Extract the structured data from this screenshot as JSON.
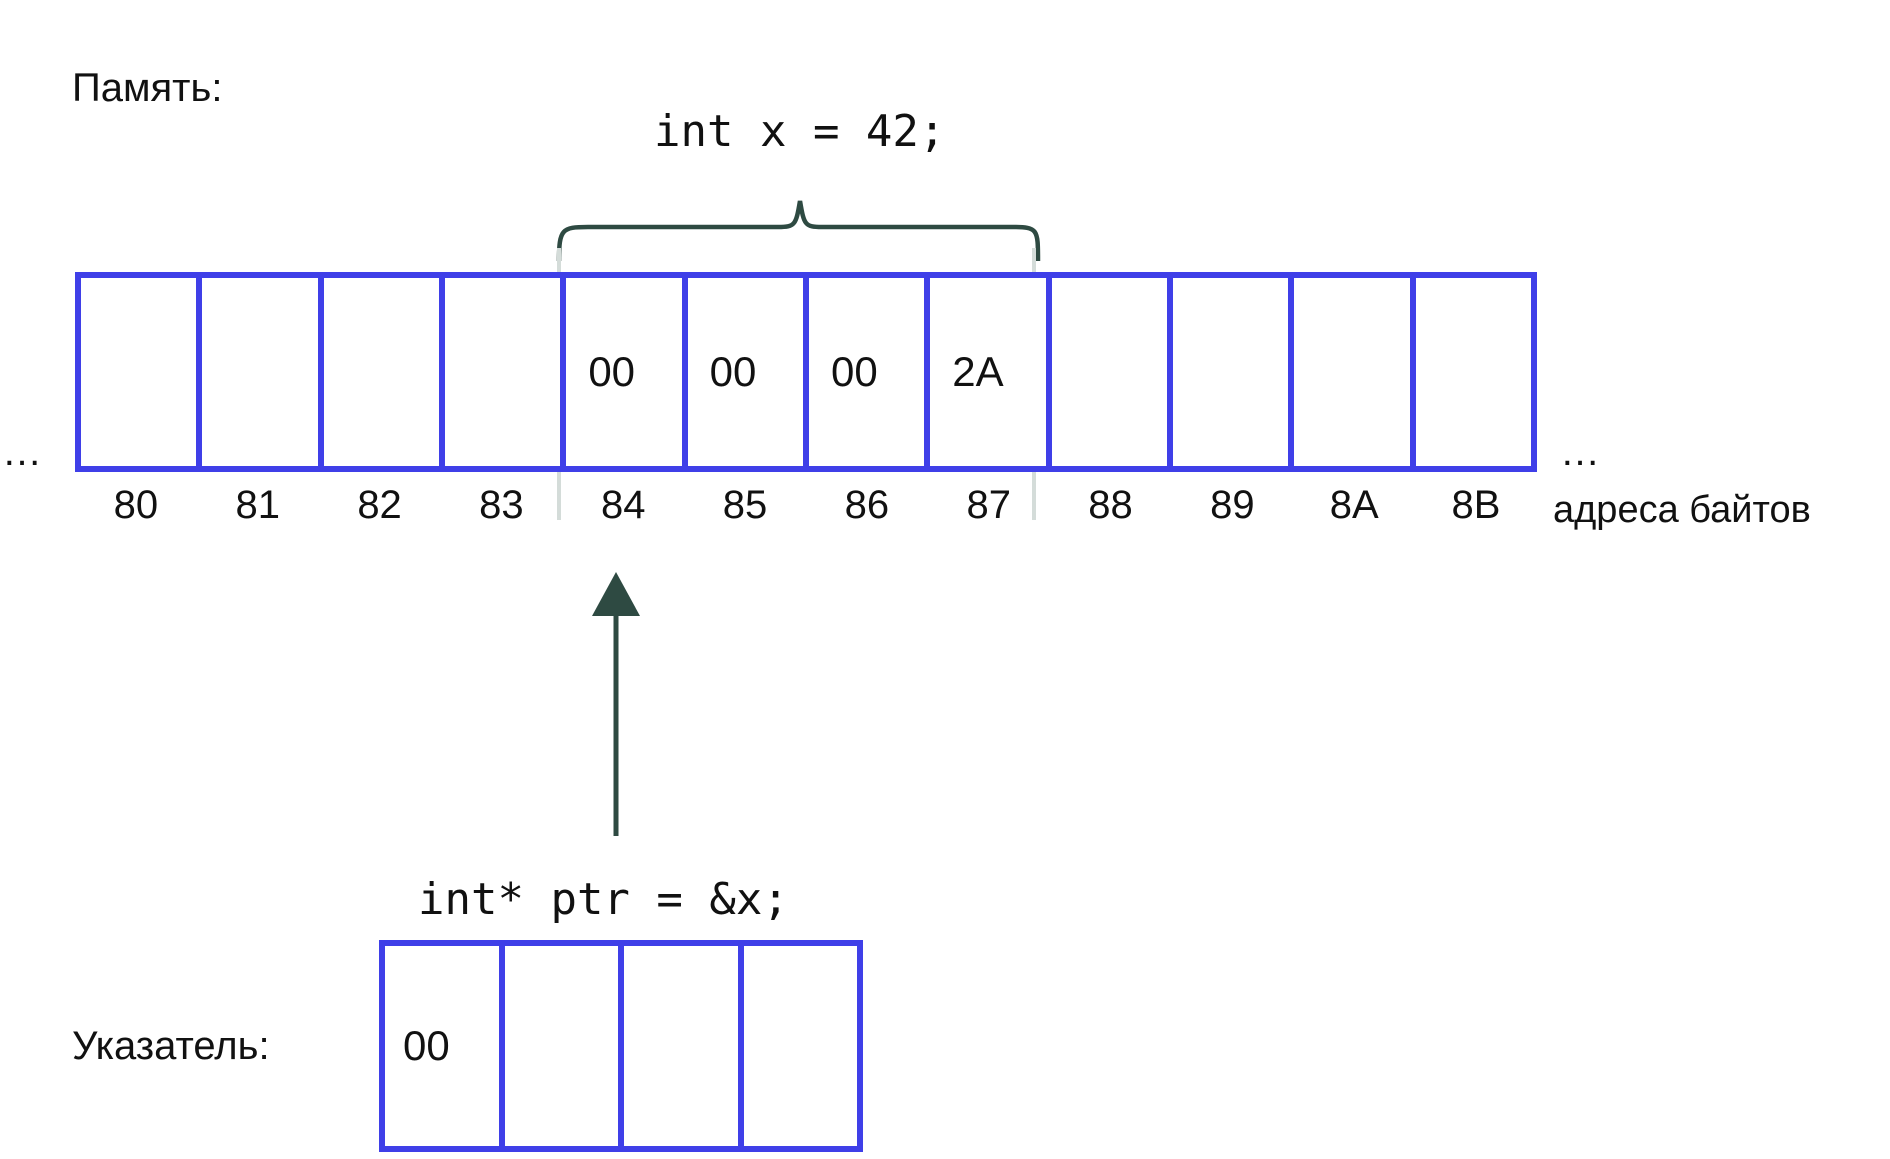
{
  "diagram": {
    "memory_label": "Память:",
    "pointer_label": "Указатель:",
    "bytes_caption": "адреса байтов",
    "ellipsis_left": "…",
    "ellipsis_right": "…",
    "declaration_variable": "int x = 42;",
    "declaration_pointer": "int* ptr = &x;",
    "colors": {
      "cell_border": "#3f3fe8",
      "brace": "#2e4a42",
      "arrow": "#2e4a42",
      "guide_line": "#d4dcd9",
      "text": "#111111",
      "background": "#ffffff"
    },
    "memory": {
      "addresses": [
        "80",
        "81",
        "82",
        "83",
        "84",
        "85",
        "86",
        "87",
        "88",
        "89",
        "8A",
        "8B"
      ],
      "values": [
        "",
        "",
        "",
        "",
        "00",
        "00",
        "00",
        "2A",
        "",
        "",
        "",
        ""
      ],
      "highlighted_addresses": [
        "84",
        "85",
        "86",
        "87"
      ],
      "highlight_label": "int x = 42;"
    },
    "pointer": {
      "cells": [
        "00",
        "",
        "",
        ""
      ],
      "points_to_address": "84"
    },
    "icons": {
      "arrow": "up-arrow-icon",
      "brace": "curly-brace-icon"
    }
  }
}
